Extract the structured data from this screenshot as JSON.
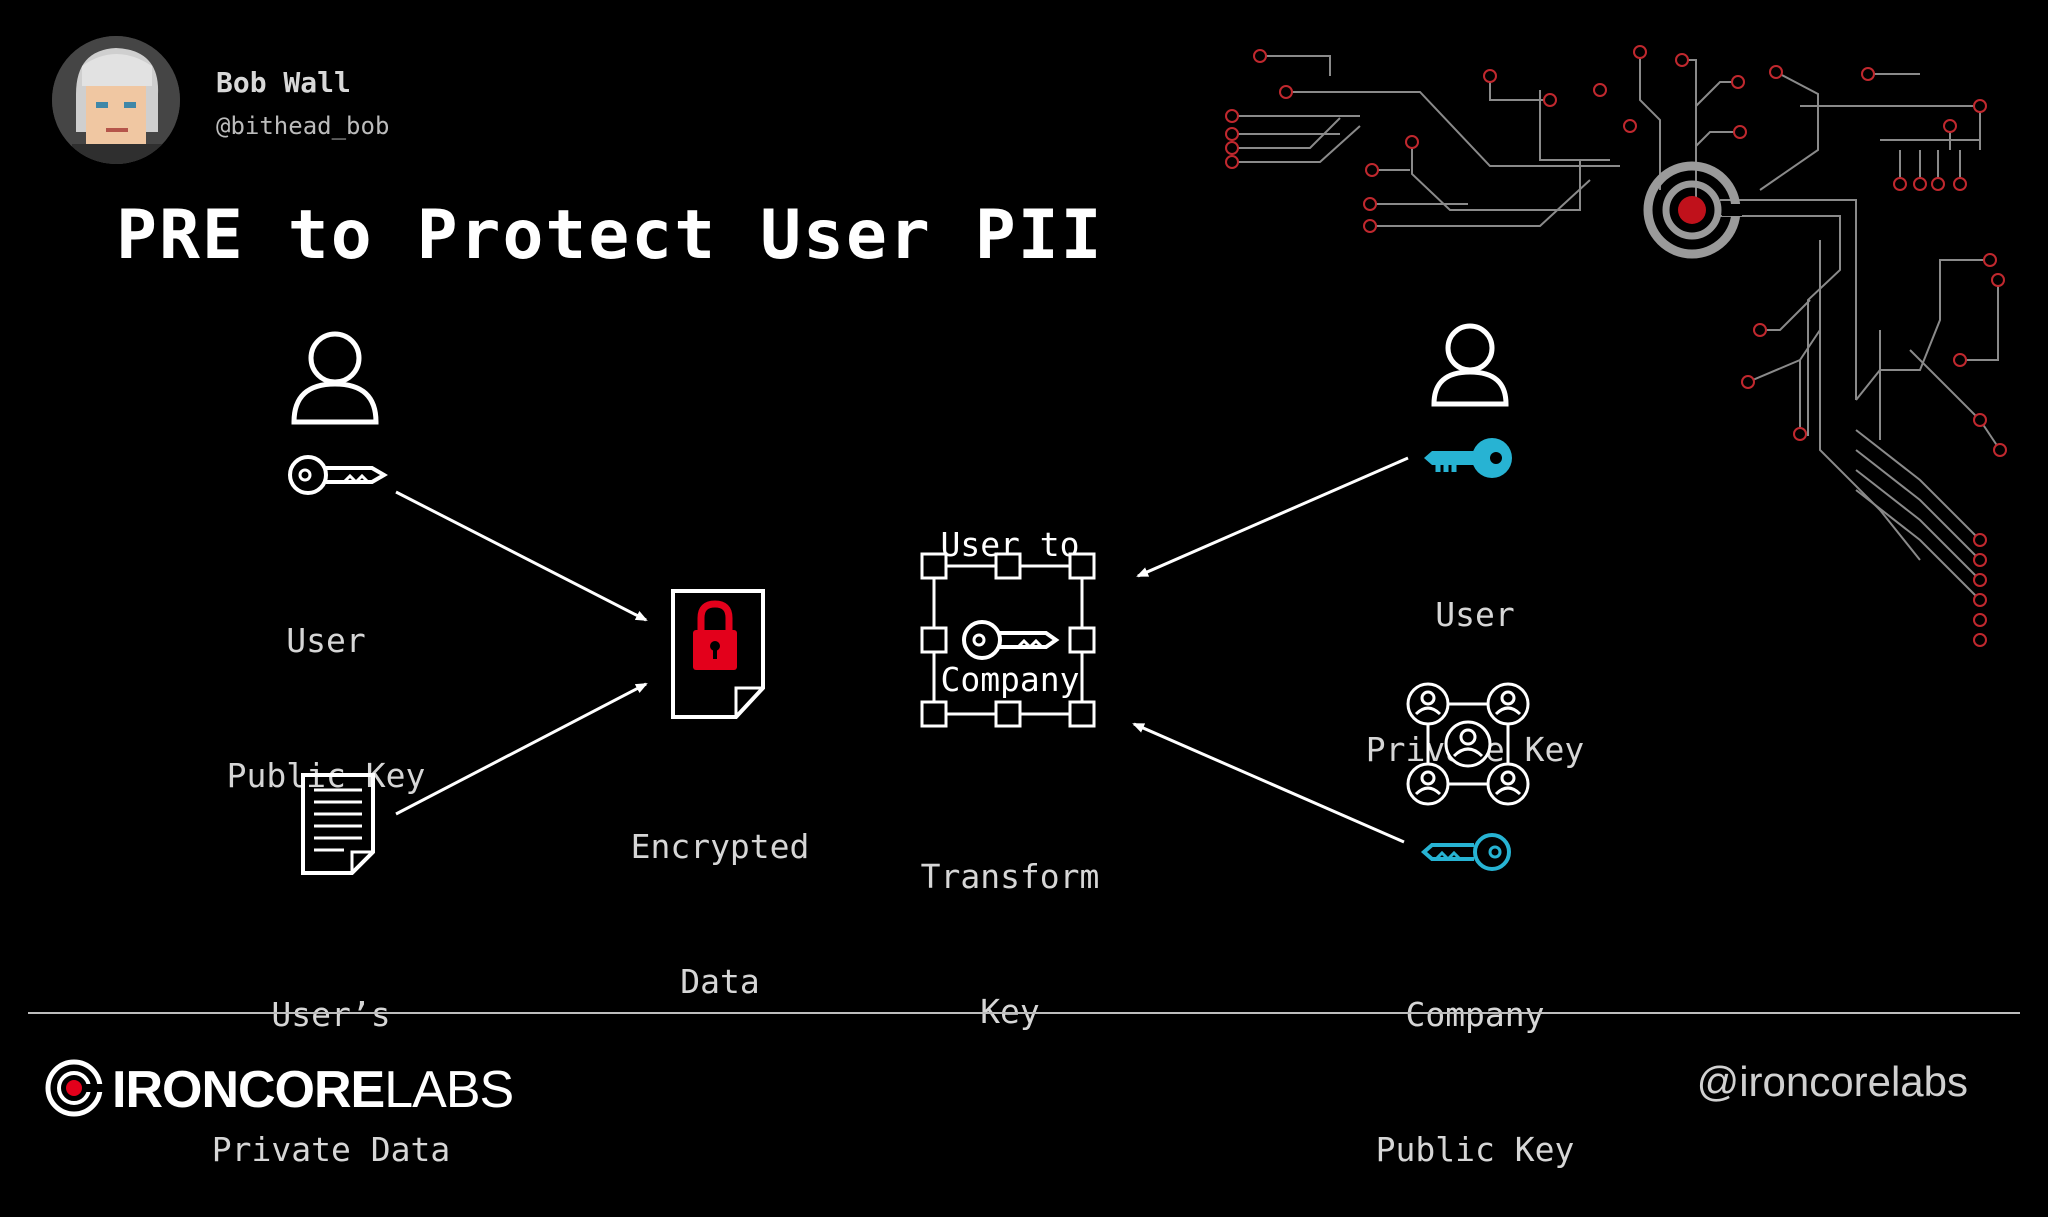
{
  "speaker": {
    "name": "Bob Wall",
    "handle": "@bithead_bob"
  },
  "slide": {
    "title": "PRE to Protect User PII"
  },
  "nodes": {
    "user_public_key": {
      "line1": "User",
      "line2": "Public Key"
    },
    "users_private_data": {
      "line1": "User’s",
      "line2": "Private Data"
    },
    "encrypted_data": {
      "line1": "Encrypted",
      "line2": "Data"
    },
    "user_to_company": {
      "line1": "User to",
      "line2": "Company"
    },
    "transform_key": {
      "line1": "Transform",
      "line2": "Key"
    },
    "user_private_key": {
      "line1": "User",
      "line2": "Private Key"
    },
    "company_public_key": {
      "line1": "Company",
      "line2": "Public Key"
    }
  },
  "footer": {
    "logo_bold": "IRONCORE",
    "logo_light": "LABS",
    "handle": "@ironcorelabs"
  },
  "colors": {
    "background": "#000000",
    "accent_red": "#e3001b",
    "accent_cyan": "#27b3d3",
    "text": "#ffffff"
  },
  "icons": [
    "user-icon",
    "key-icon",
    "document-icon",
    "lock-document-icon",
    "transform-key-icon",
    "group-icon",
    "ironcore-logo-icon",
    "circuit-decoration"
  ]
}
